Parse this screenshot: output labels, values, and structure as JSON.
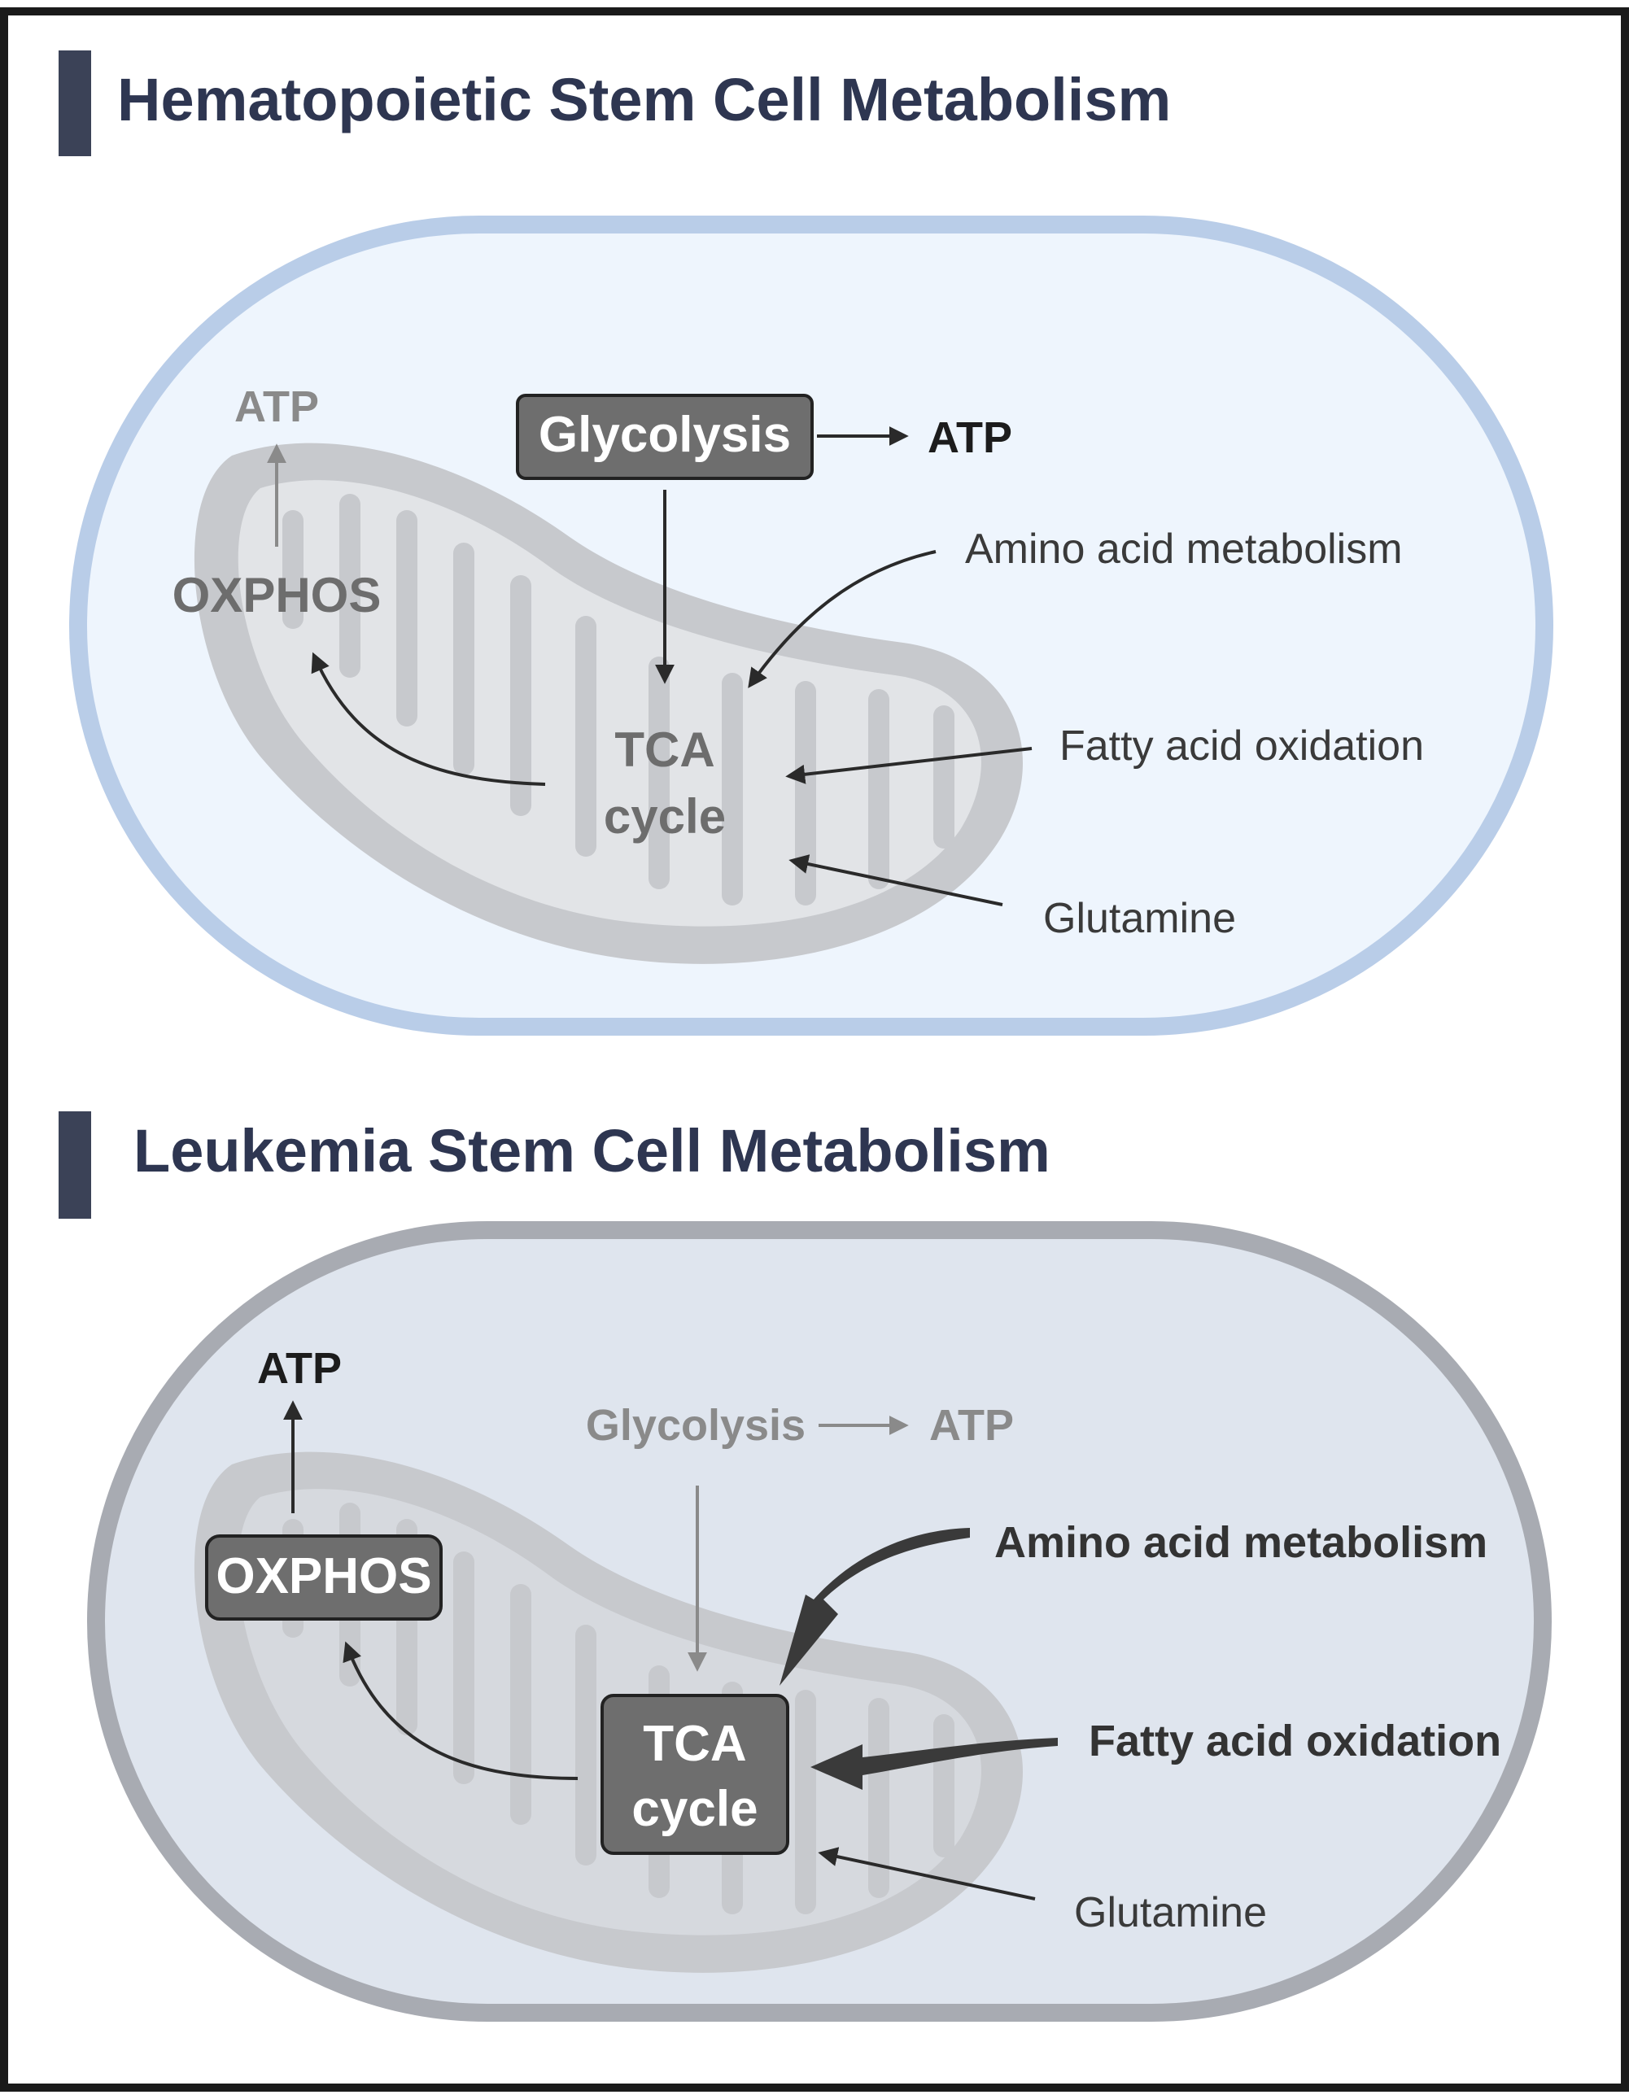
{
  "colors": {
    "title_bar": "#3b4257",
    "hsc_cell_fill": "#eef5fd",
    "hsc_cell_membrane": "#b9cde8",
    "lsc_cell_fill": "#dfe5ee",
    "lsc_cell_membrane": "#a8abb2",
    "mitochondrion": "#c7c9cd",
    "box_fill": "#6e6e6e",
    "arrow_dark": "#2a2a2a",
    "arrow_dim": "#8a8a8a"
  },
  "hsc": {
    "title": "Hematopoietic Stem Cell Metabolism",
    "glycolysis": "Glycolysis",
    "atp_glycolysis": "ATP",
    "atp_oxphos": "ATP",
    "oxphos": "OXPHOS",
    "tca_line1": "TCA",
    "tca_line2": "cycle",
    "amino_acid": "Amino acid metabolism",
    "fatty_acid": "Fatty acid oxidation",
    "glutamine": "Glutamine"
  },
  "lsc": {
    "title": "Leukemia Stem Cell Metabolism",
    "glycolysis": "Glycolysis",
    "atp_glycolysis": "ATP",
    "atp_oxphos": "ATP",
    "oxphos": "OXPHOS",
    "tca_line1": "TCA",
    "tca_line2": "cycle",
    "amino_acid": "Amino acid metabolism",
    "fatty_acid": "Fatty acid oxidation",
    "glutamine": "Glutamine"
  }
}
